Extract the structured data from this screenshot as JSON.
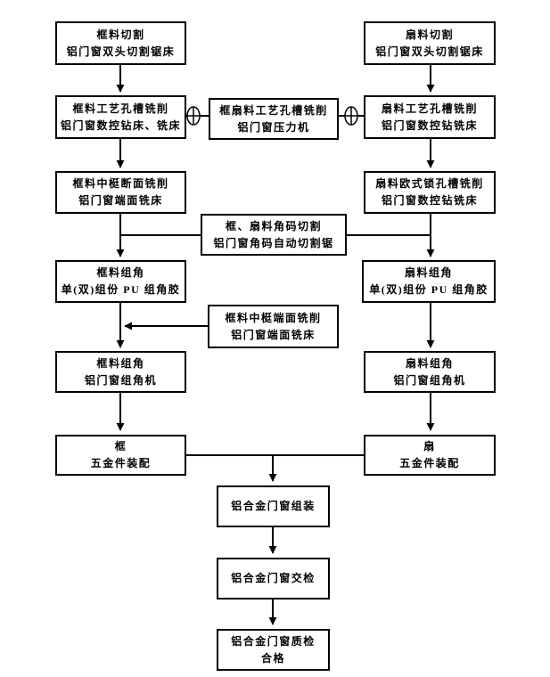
{
  "boxes": [
    {
      "id": "frame-cutting",
      "line1": "框料切割",
      "line2": "铝门窗双头切割锯床"
    },
    {
      "id": "sash-cutting",
      "line1": "扇料切割",
      "line2": "铝门窗双头切割锯床"
    },
    {
      "id": "frame-hole-slot-milling",
      "line1": "框料工艺孔槽铣削",
      "line2": "铝门窗数控钻床、铣床"
    },
    {
      "id": "frame-sash-hole-slot-milling",
      "line1": "框扇料工艺孔槽铣削",
      "line2": "铝门窗压力机"
    },
    {
      "id": "sash-hole-slot-milling",
      "line1": "扇料工艺孔槽铣削",
      "line2": "铝门窗数控钻铣床"
    },
    {
      "id": "frame-mullion-section-milling",
      "line1": "框料中梃断面铣削",
      "line2": "铝门窗端面铣床"
    },
    {
      "id": "sash-euro-lock-milling",
      "line1": "扇料欧式锁孔槽铣削",
      "line2": "铝门窗数控钻铣床"
    },
    {
      "id": "corner-key-cutting",
      "line1": "框、扇料角码切割",
      "line2": "铝门窗角码自动切割锯"
    },
    {
      "id": "frame-corner-glue",
      "line1": "框料组角",
      "line2": "单(双)组份 PU 组角胶"
    },
    {
      "id": "sash-corner-glue",
      "line1": "扇料组角",
      "line2": "单(双)组份 PU 组角胶"
    },
    {
      "id": "frame-mullion-end-milling",
      "line1": "框料中梃端面铣削",
      "line2": "铝门窗端面铣床"
    },
    {
      "id": "frame-corner-machine",
      "line1": "框料组角",
      "line2": "铝门窗组角机"
    },
    {
      "id": "sash-corner-machine",
      "line1": "扇料组角",
      "line2": "铝门窗组角机"
    },
    {
      "id": "frame-hardware-assembly",
      "line1": "框",
      "line2": "五金件装配"
    },
    {
      "id": "sash-hardware-assembly",
      "line1": "扇",
      "line2": "五金件装配"
    },
    {
      "id": "window-assembly",
      "line1": "铝合金门窗组装",
      "line2": ""
    },
    {
      "id": "window-cross-inspection",
      "line1": "铝合金门窗交检",
      "line2": ""
    },
    {
      "id": "window-quality-pass",
      "line1": "铝合金门窗质检",
      "line2": "合格"
    }
  ],
  "colors": {
    "line": "#000000",
    "background": "#ffffff"
  },
  "icons": {
    "circle_plus": "circle-plus-connector"
  }
}
